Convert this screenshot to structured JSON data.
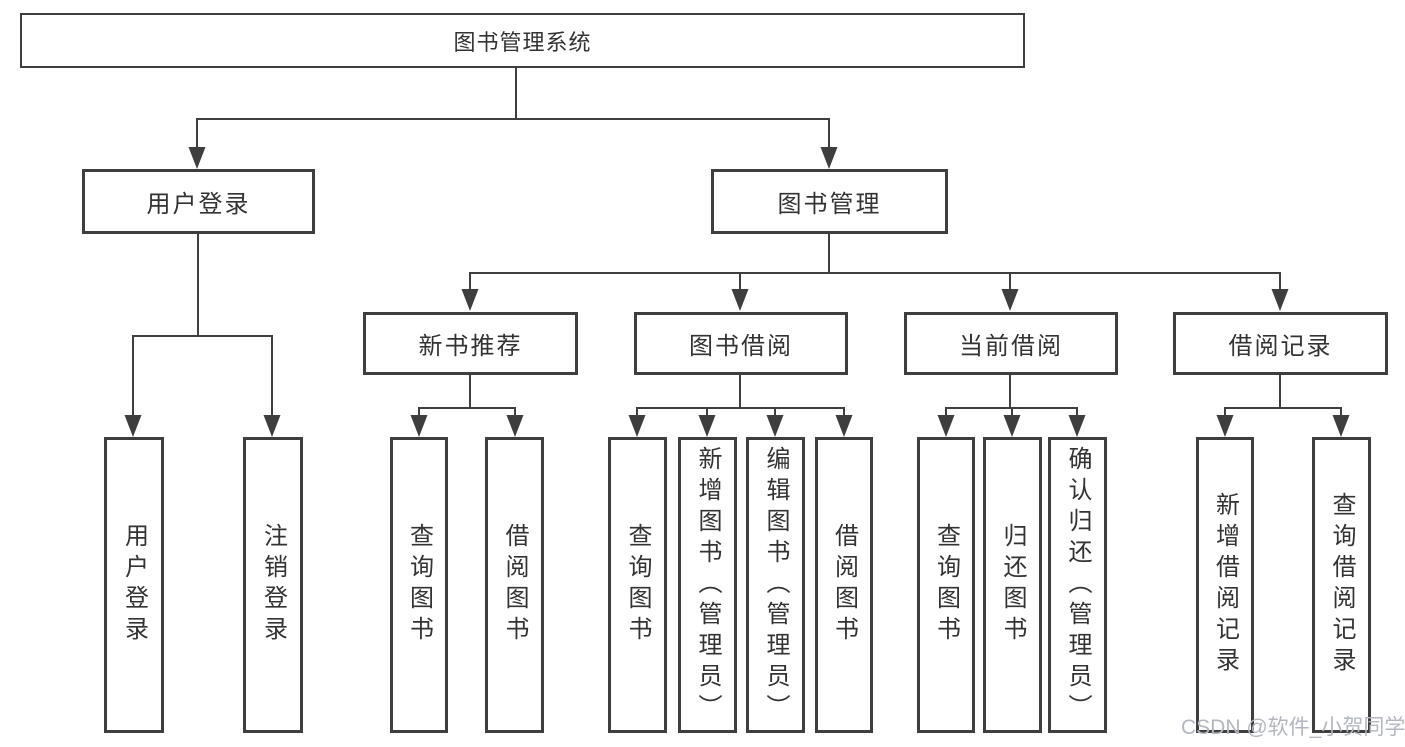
{
  "tree": {
    "label": "图书管理系统",
    "children": [
      {
        "label": "用户登录",
        "children": [
          {
            "label": "用户登录"
          },
          {
            "label": "注销登录"
          }
        ]
      },
      {
        "label": "图书管理",
        "children": [
          {
            "label": "新书推荐",
            "children": [
              {
                "label": "查询图书"
              },
              {
                "label": "借阅图书"
              }
            ]
          },
          {
            "label": "图书借阅",
            "children": [
              {
                "label": "查询图书"
              },
              {
                "label": "新增图书（管理员）"
              },
              {
                "label": "编辑图书（管理员）"
              },
              {
                "label": "借阅图书"
              }
            ]
          },
          {
            "label": "当前借阅",
            "children": [
              {
                "label": "查询图书"
              },
              {
                "label": "归还图书"
              },
              {
                "label": "确认归还（管理员）"
              }
            ]
          },
          {
            "label": "借阅记录",
            "children": [
              {
                "label": "新增借阅记录"
              },
              {
                "label": "查询借阅记录"
              }
            ]
          }
        ]
      }
    ]
  },
  "watermark": {
    "text": "CSDN @软件_小贺同学"
  },
  "colors": {
    "line": "#3e3e3e",
    "box_border": "#3e3e3e",
    "box_background": "#ffffff",
    "text": "#333333",
    "watermark_text": "#b3b7bf",
    "page_background": "#ffffff"
  }
}
